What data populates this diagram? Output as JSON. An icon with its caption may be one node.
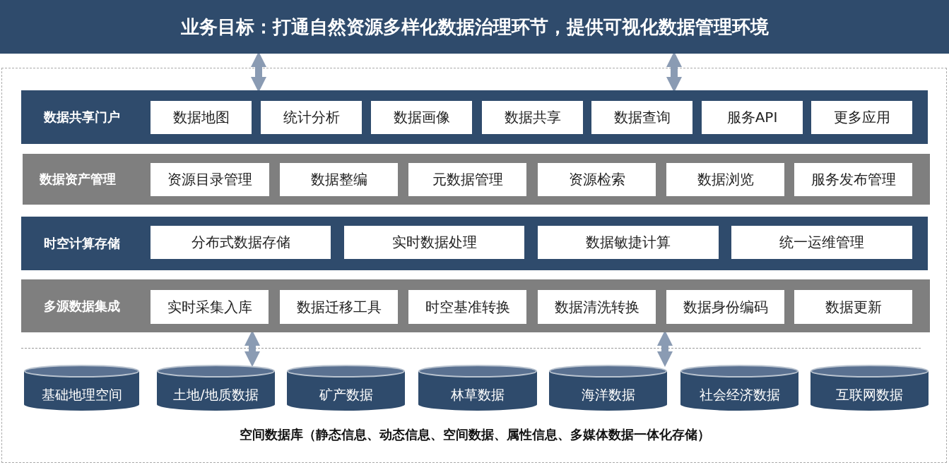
{
  "diagram": {
    "nodes": [
      {
        "text": [
          "业务目标：打通自然资源多样化数据治理环节，提供可视化数据管理环境"
        ]
      },
      {
        "text": [
          "数据共享门户"
        ]
      },
      {
        "text": [
          "数据地图"
        ],
        "in": 1
      },
      {
        "text": [
          "统计分析"
        ],
        "in": 1
      },
      {
        "text": [
          "数据画像"
        ],
        "in": 1
      },
      {
        "text": [
          "数据共享"
        ],
        "in": 1
      },
      {
        "text": [
          "数据查询"
        ],
        "in": 1
      },
      {
        "text": [
          "服务API"
        ],
        "in": 1
      },
      {
        "text": [
          "更多应用"
        ],
        "in": 1
      },
      {
        "text": [
          "数据资产管理"
        ]
      },
      {
        "text": [
          "资源目录管理"
        ],
        "in": 9
      },
      {
        "text": [
          "数据整编"
        ],
        "in": 9
      },
      {
        "text": [
          "元数据管理"
        ],
        "in": 9
      },
      {
        "text": [
          "资源检索"
        ],
        "in": 9
      },
      {
        "text": [
          "数据浏览"
        ],
        "in": 9
      },
      {
        "text": [
          "服务发布管理"
        ],
        "in": 9
      },
      {
        "text": [
          "时空计算存储"
        ]
      },
      {
        "text": [
          "分布式数据存储"
        ],
        "in": 16
      },
      {
        "text": [
          "实时数据处理"
        ],
        "in": 16
      },
      {
        "text": [
          "数据敏捷计算"
        ],
        "in": 16
      },
      {
        "text": [
          "统一运维管理"
        ],
        "in": 16
      },
      {
        "text": [
          "多源数据集成"
        ]
      },
      {
        "text": [
          "实时采集入库"
        ],
        "in": 21
      },
      {
        "text": [
          "数据迁移工具"
        ],
        "in": 21
      },
      {
        "text": [
          "时空基准转换"
        ],
        "in": 21
      },
      {
        "text": [
          "数据清洗转换"
        ],
        "in": 21
      },
      {
        "text": [
          "数据身份编码"
        ],
        "in": 21
      },
      {
        "text": [
          "数据更新"
        ],
        "in": 21
      },
      {
        "text": [
          "基础地理空间"
        ]
      },
      {
        "text": [
          "土地/地质数据"
        ]
      },
      {
        "text": [
          "矿产数据"
        ]
      },
      {
        "text": [
          "林草数据"
        ]
      },
      {
        "text": [
          "海洋数据"
        ]
      },
      {
        "text": [
          "社会经济数据"
        ]
      },
      {
        "text": [
          "互联网数据"
        ]
      }
    ],
    "edges": [
      {
        "from": 0,
        "to": 1,
        "arrow": "both"
      },
      {
        "from": 0,
        "to": 1,
        "arrow": "both"
      },
      {
        "from": 21,
        "to": 29,
        "arrow": "both"
      },
      {
        "from": 21,
        "to": 32,
        "arrow": "both"
      }
    ],
    "labels": [
      "空间数据库（静态信息、动态信息、空间数据、属性信息、多媒体数据一体化存储）"
    ]
  }
}
